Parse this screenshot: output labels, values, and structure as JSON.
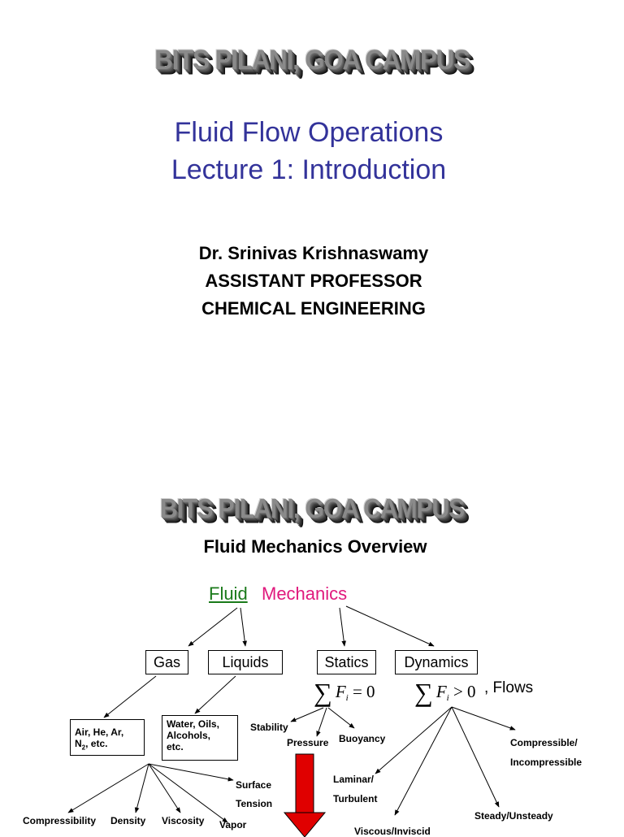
{
  "slide1": {
    "banner": "BITS PILANI, GOA CAMPUS",
    "title_line1": "Fluid Flow Operations",
    "title_line2": "Lecture 1: Introduction",
    "author": "Dr. Srinivas Krishnaswamy",
    "position": "ASSISTANT PROFESSOR",
    "department": "CHEMICAL ENGINEERING"
  },
  "slide2": {
    "banner": "BITS PILANI, GOA CAMPUS",
    "title": "Fluid Mechanics Overview",
    "root_fluid": "Fluid",
    "root_mechanics": "Mechanics",
    "gas": "Gas",
    "liquids": "Liquids",
    "statics": "Statics",
    "dynamics": "Dynamics",
    "gas_examples_line1": "Air, He, Ar,",
    "gas_examples_n": "N",
    "gas_examples_sub": "2",
    "gas_examples_end": ", etc.",
    "liquid_examples_line1": "Water, Oils,",
    "liquid_examples_line2": "Alcohols,",
    "liquid_examples_line3": "etc.",
    "statics_eq_rhs": "= 0",
    "dynamics_eq_rhs": "> 0",
    "flows": ", Flows",
    "stability": "Stability",
    "pressure": "Pressure",
    "buoyancy": "Buoyancy",
    "compressibility": "Compressibility",
    "density": "Density",
    "viscosity": "Viscosity",
    "vapor": "Vapor",
    "surface": "Surface",
    "tension": "Tension",
    "laminar": "Laminar/",
    "turbulent": "Turbulent",
    "compressible": "Compressible/",
    "incompressible": "Incompressible",
    "steady": "Steady/Unsteady",
    "viscous": "Viscous/Inviscid",
    "eq_symbol_F": "F",
    "eq_symbol_i": "i",
    "arrow_color": "#e00000",
    "fluid_color": "#1a7a1a",
    "mechanics_color": "#e0197d",
    "title_color": "#33339a"
  }
}
